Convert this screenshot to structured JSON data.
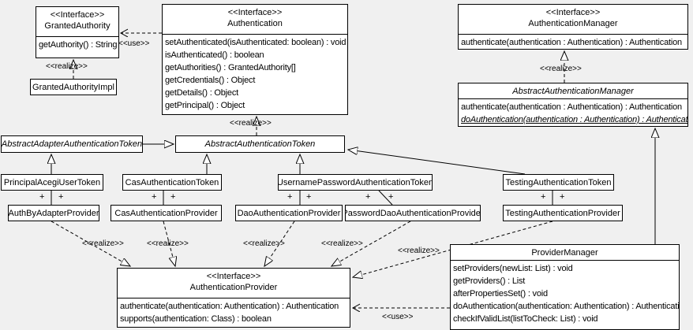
{
  "classes": {
    "granted_authority": {
      "stereotype": "<<Interface>>",
      "name": "GrantedAuthority",
      "methods": [
        "getAuthority() : String"
      ]
    },
    "granted_authority_impl": {
      "name": "GrantedAuthorityImpl"
    },
    "authentication": {
      "stereotype": "<<Interface>>",
      "name": "Authentication",
      "methods": [
        "setAuthenticated(isAuthenticated: boolean) : void",
        "isAuthenticated() : boolean",
        "getAuthorities() : GrantedAuthority[]",
        "getCredentials() : Object",
        "getDetails() : Object",
        "getPrincipal() : Object"
      ]
    },
    "authentication_manager": {
      "stereotype": "<<Interface>>",
      "name": "AuthenticationManager",
      "methods": [
        "authenticate(authentication : Authentication) : Authentication"
      ]
    },
    "abstract_authentication_manager": {
      "name": "AbstractAuthenticationManager",
      "methods": [
        "authenticate(authentication : Authentication) : Authentication",
        "doAuthentication(authentication : Authentication) : Authentication"
      ]
    },
    "abstract_adapter_authentication_token": {
      "name": "AbstractAdapterAuthenticationToken"
    },
    "abstract_authentication_token": {
      "name": "AbstractAuthenticationToken"
    },
    "principal_acegi_user_token": {
      "name": "PrincipalAcegiUserToken"
    },
    "cas_authentication_token": {
      "name": "CasAuthenticationToken"
    },
    "username_password_authentication_token": {
      "name": "UsernamePasswordAuthenticationToken"
    },
    "testing_authentication_token": {
      "name": "TestingAuthenticationToken"
    },
    "auth_by_adapter_provider": {
      "name": "AuthByAdapterProvider"
    },
    "cas_authentication_provider": {
      "name": "CasAuthenticationProvider"
    },
    "dao_authentication_provider": {
      "name": "DaoAuthenticationProvider"
    },
    "password_dao_authentication_provider": {
      "name": "PasswordDaoAuthenticationProvider"
    },
    "testing_authentication_provider": {
      "name": "TestingAuthenticationProvider"
    },
    "authentication_provider": {
      "stereotype": "<<Interface>>",
      "name": "AuthenticationProvider",
      "methods": [
        "authenticate(authentication: Authentication) : Authentication",
        "supports(authentication: Class) : boolean"
      ]
    },
    "provider_manager": {
      "name": "ProviderManager",
      "methods": [
        "setProviders(newList: List) : void",
        "getProviders() : List",
        "afterPropertiesSet() : void",
        "doAuthentication(authentication: Authentication) : Authentication",
        "checkIfValidList(listToCheck: List) : void"
      ]
    }
  },
  "edge_labels": {
    "use_granted_authority": "<<use>>",
    "realize_granted_authority": "<<realize>>",
    "realize_authentication": "<<realize>>",
    "realize_authentication_manager": "<<realize>>",
    "realize_auth_by_adapter": "<<realize>>",
    "realize_cas": "<<realize>>",
    "realize_dao": "<<realize>>",
    "realize_password_dao": "<<realize>>",
    "realize_testing": "<<realize>>",
    "use_provider_manager": "<<use>>",
    "plus": "+"
  },
  "colors": {
    "background": "#f0f0f0",
    "box_fill": "#ffffff",
    "line": "#000000"
  }
}
